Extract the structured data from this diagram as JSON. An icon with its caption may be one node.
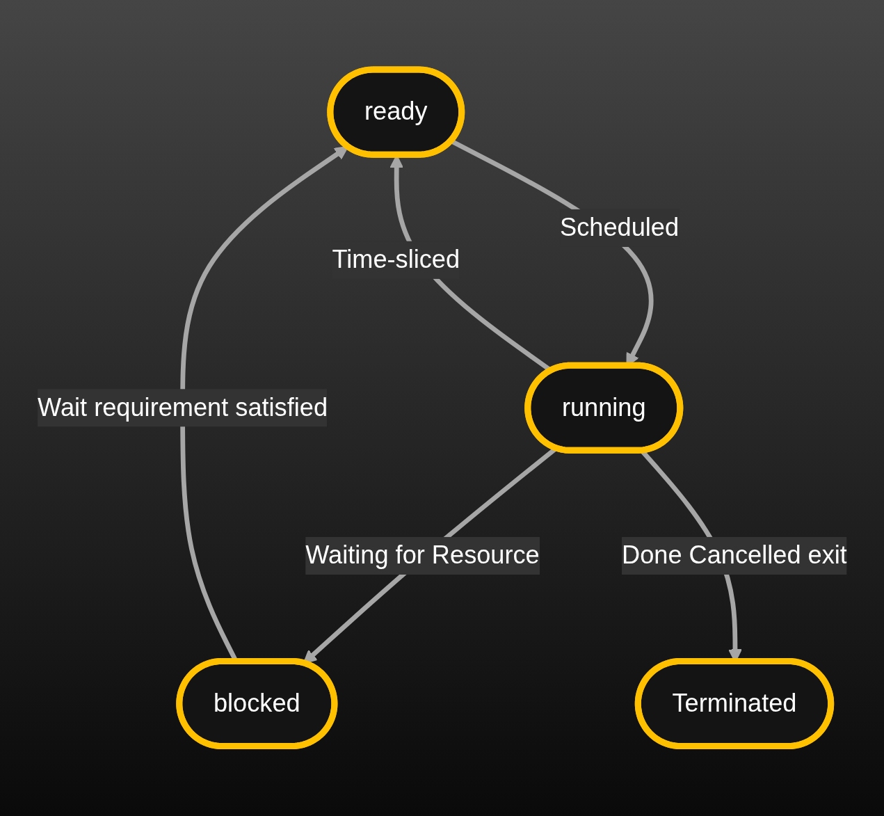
{
  "diagram": {
    "nodes": [
      {
        "text": [
          "ready"
        ]
      },
      {
        "text": [
          "blocked"
        ]
      },
      {
        "text": [
          "running"
        ]
      },
      {
        "text": [
          "Terminated"
        ]
      }
    ],
    "edges": [
      {
        "from": 1,
        "to": 0,
        "arrow": "to",
        "label": "Wait requirement satisfied"
      },
      {
        "from": 0,
        "to": 2,
        "arrow": "to",
        "label": "Scheduled"
      },
      {
        "from": 2,
        "to": 0,
        "arrow": "to",
        "label": "Time-sliced"
      },
      {
        "from": 2,
        "to": 1,
        "arrow": "to",
        "label": "Waiting for Resource"
      },
      {
        "from": 2,
        "to": 3,
        "arrow": "to",
        "label": "Done Cancelled exit"
      }
    ]
  }
}
